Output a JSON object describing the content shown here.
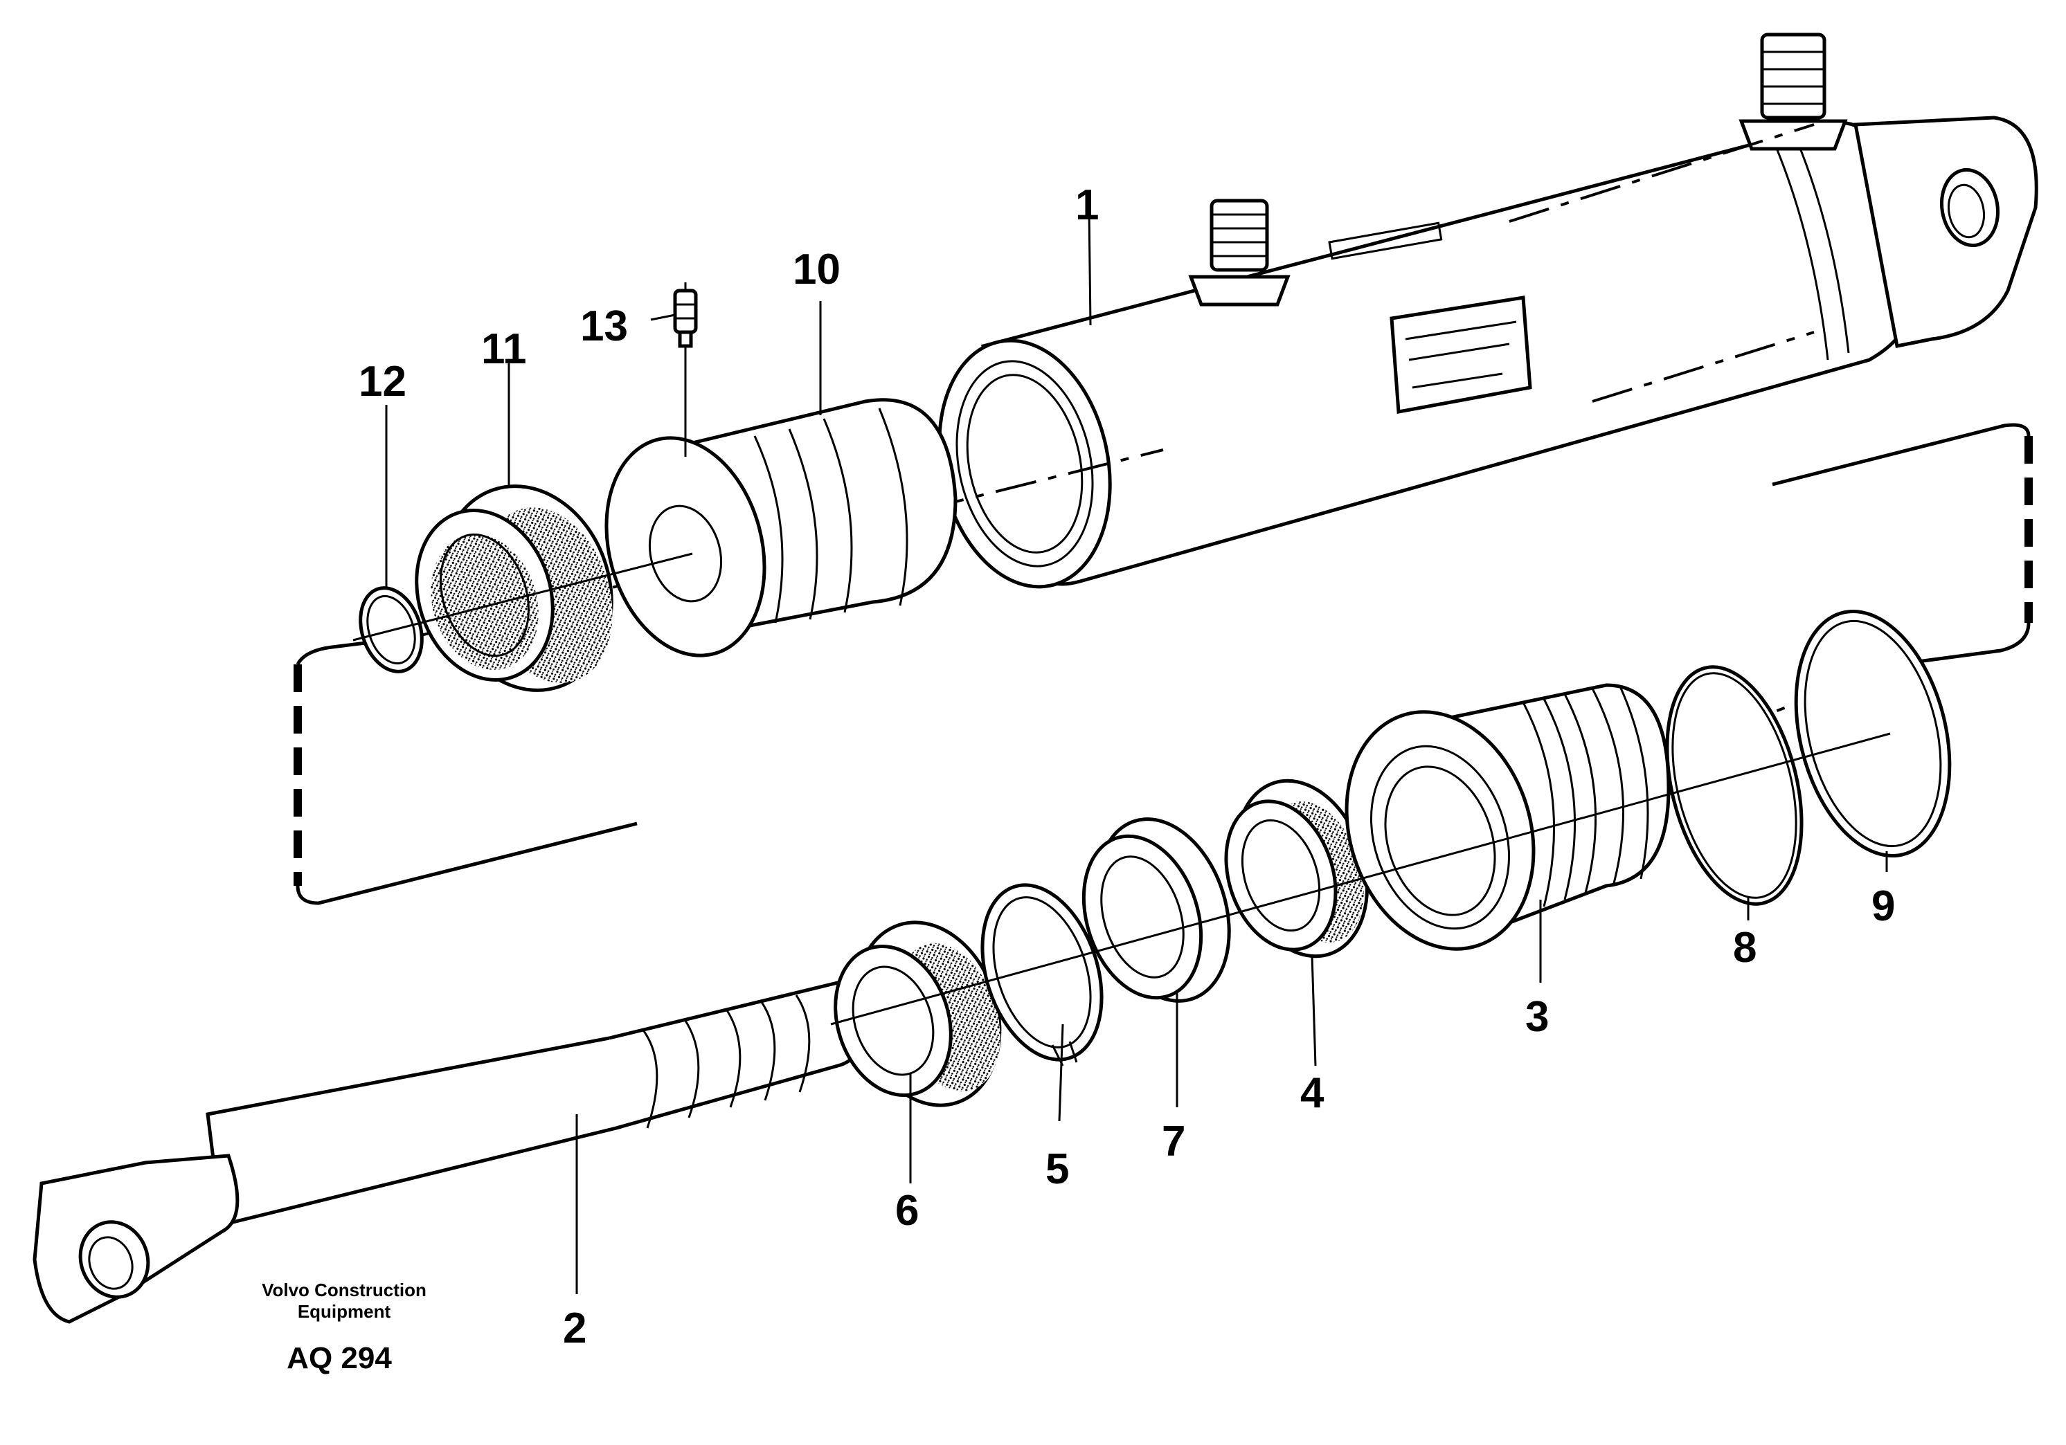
{
  "diagram": {
    "part_labels": {
      "p1": "1",
      "p2": "2",
      "p3": "3",
      "p4": "4",
      "p5": "5",
      "p6": "6",
      "p7": "7",
      "p8": "8",
      "p9": "9",
      "p10": "10",
      "p11": "11",
      "p12": "12",
      "p13": "13"
    },
    "footer": {
      "publisher_line1": "Volvo Construction",
      "publisher_line2": "Equipment",
      "code": "AQ 294"
    }
  }
}
